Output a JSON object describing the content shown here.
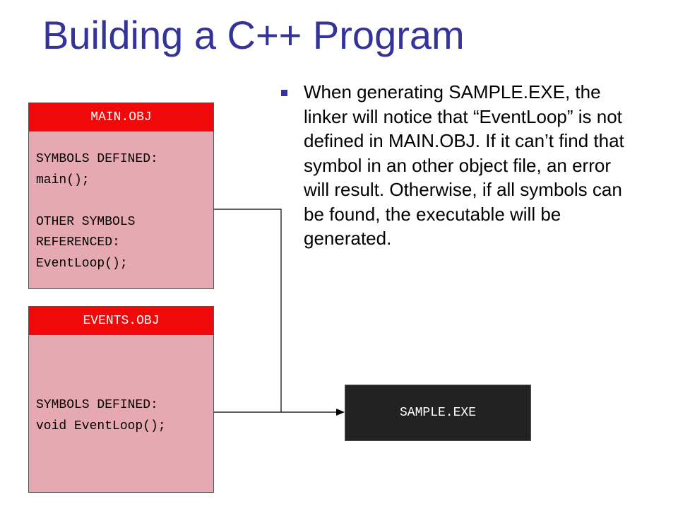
{
  "slide": {
    "title": "Building a C++ Program"
  },
  "bullet": {
    "text": "When generating SAMPLE.EXE, the linker will notice that “EventLoop” is not defined in MAIN.OBJ.  If it can’t find that symbol in an other object file, an error will result.  Otherwise, if all symbols can be found, the executable will be generated."
  },
  "main_obj": {
    "header": "MAIN.OBJ",
    "lines": {
      "l1": "SYMBOLS DEFINED:",
      "l2": "main();",
      "l3": "OTHER SYMBOLS",
      "l4": "REFERENCED:",
      "l5": "EventLoop();"
    }
  },
  "events_obj": {
    "header": "EVENTS.OBJ",
    "lines": {
      "l1": "SYMBOLS DEFINED:",
      "l2": "void EventLoop();"
    }
  },
  "sample_exe": {
    "label": "SAMPLE.EXE"
  },
  "colors": {
    "title": "#333399",
    "bullet_marker": "#333399",
    "object_header": "#f10808",
    "object_body": "#e6a9b1",
    "executable": "#222222"
  }
}
